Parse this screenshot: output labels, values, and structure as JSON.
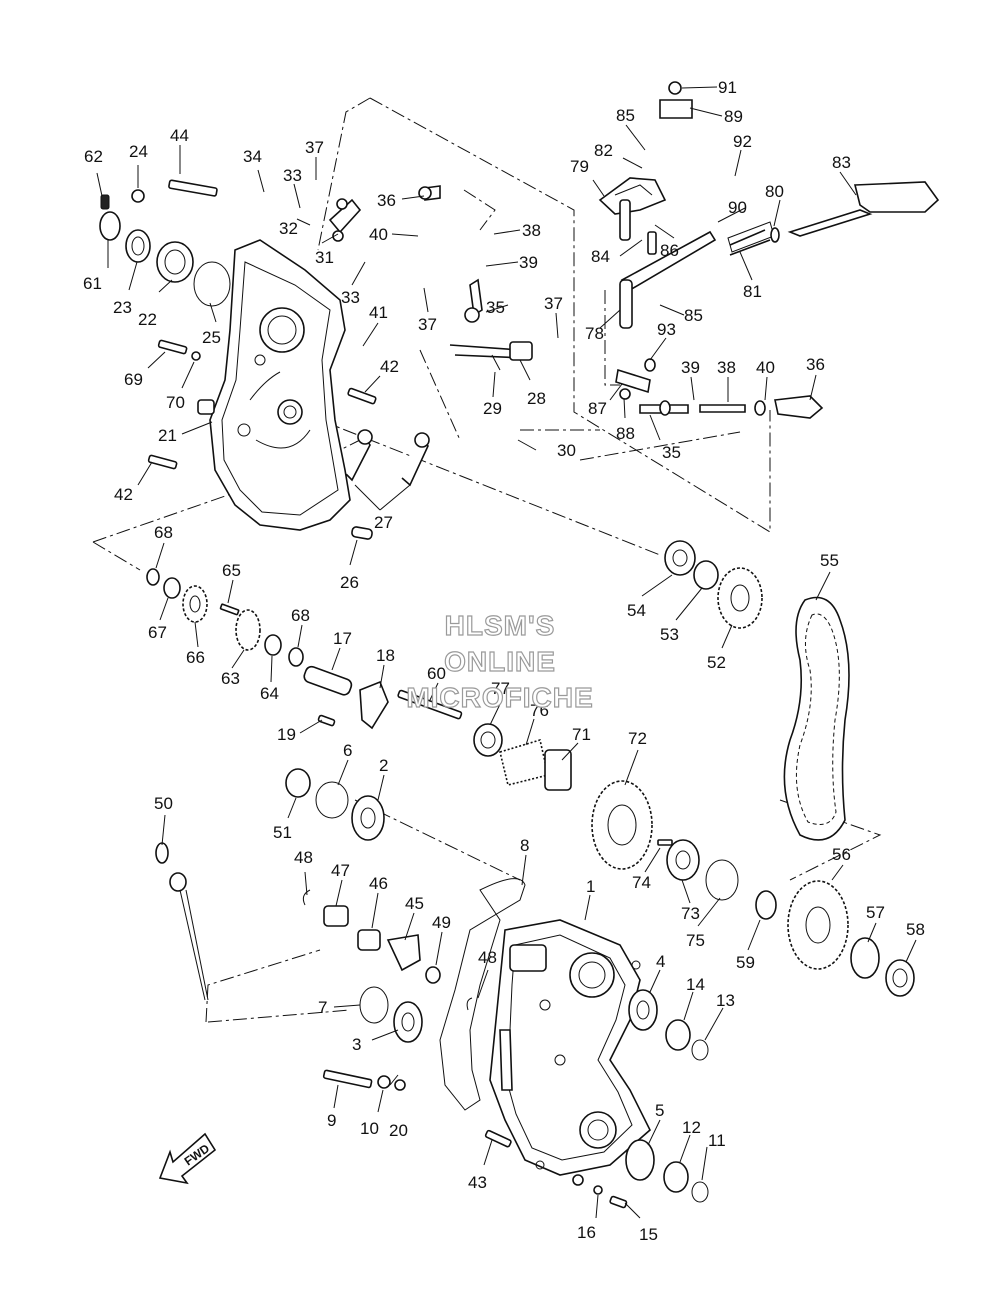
{
  "watermark": {
    "line1": "HLSM'S",
    "line2": "ONLINE",
    "line3": "MICROFICHE"
  },
  "fwd_label": "FWD",
  "part_labels": [
    "1",
    "2",
    "3",
    "4",
    "5",
    "6",
    "7",
    "8",
    "9",
    "10",
    "11",
    "12",
    "13",
    "14",
    "15",
    "16",
    "17",
    "18",
    "19",
    "20",
    "21",
    "22",
    "23",
    "24",
    "25",
    "26",
    "27",
    "28",
    "29",
    "30",
    "31",
    "32",
    "33",
    "33",
    "34",
    "35",
    "35",
    "36",
    "36",
    "37",
    "37",
    "37",
    "38",
    "38",
    "39",
    "39",
    "40",
    "40",
    "41",
    "42",
    "42",
    "43",
    "44",
    "48",
    "48",
    "46",
    "45",
    "47",
    "49",
    "50",
    "51",
    "52",
    "53",
    "54",
    "55",
    "56",
    "57",
    "58",
    "59",
    "60",
    "61",
    "62",
    "63",
    "64",
    "65",
    "66",
    "67",
    "68",
    "68",
    "69",
    "70",
    "71",
    "72",
    "73",
    "74",
    "75",
    "76",
    "77",
    "78",
    "79",
    "80",
    "81",
    "82",
    "83",
    "84",
    "85",
    "85",
    "86",
    "87",
    "88",
    "89",
    "90",
    "91",
    "92",
    "93"
  ]
}
